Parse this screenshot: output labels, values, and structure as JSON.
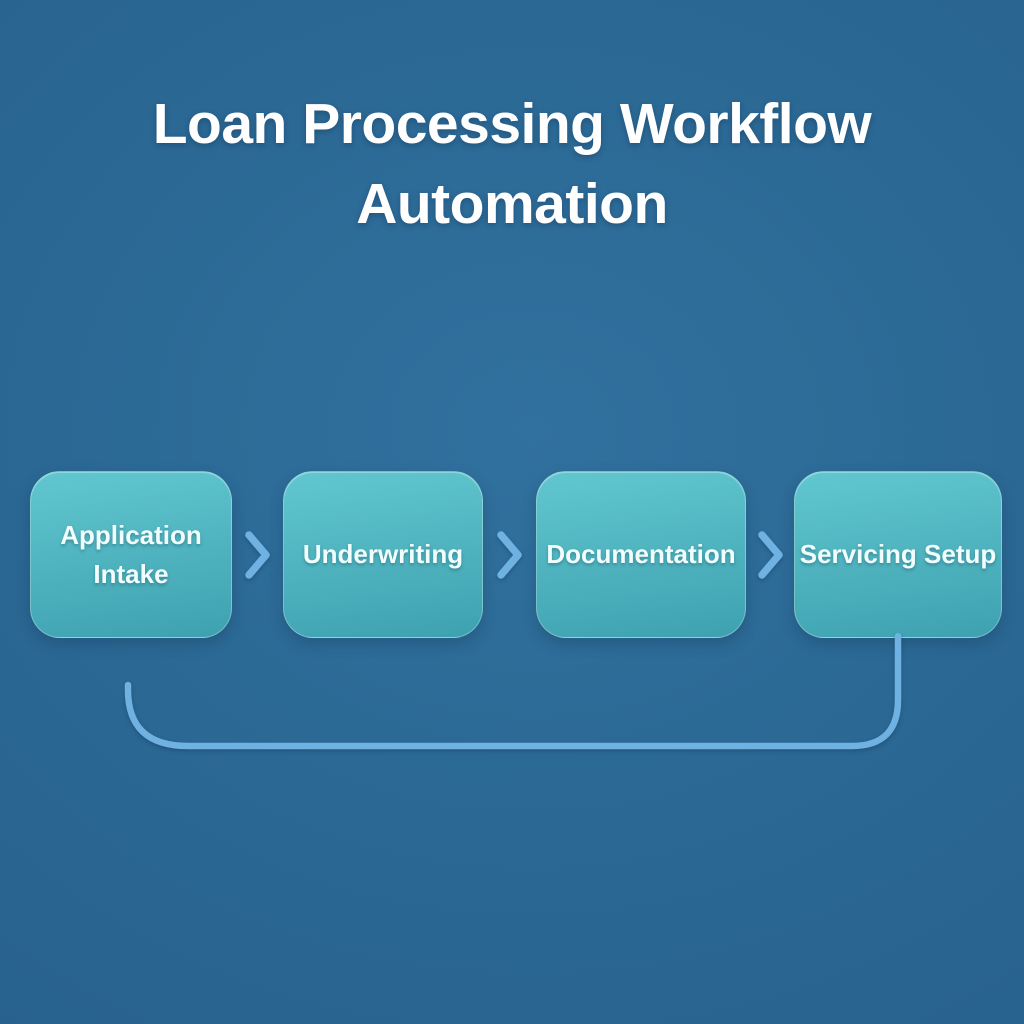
{
  "title": {
    "text": "Loan Processing Workflow Automation"
  },
  "diagram": {
    "type": "flowchart",
    "direction": "left-to-right",
    "steps": [
      {
        "label": "Application Intake"
      },
      {
        "label": "Underwriting"
      },
      {
        "label": "Documentation"
      },
      {
        "label": "Servicing Setup"
      }
    ],
    "connectors": [
      {
        "icon": "chevron-right-icon",
        "from": "Application Intake",
        "to": "Underwriting"
      },
      {
        "icon": "chevron-right-icon",
        "from": "Underwriting",
        "to": "Documentation"
      },
      {
        "icon": "chevron-right-icon",
        "from": "Documentation",
        "to": "Servicing Setup"
      },
      {
        "icon": "loopback-curve",
        "from": "Servicing Setup",
        "to": "Application Intake"
      }
    ]
  },
  "colors": {
    "background_center": "#31719f",
    "background_mid": "#2b6894",
    "background_edge": "#28618d",
    "box_gradient_top": "#61c7cf",
    "box_gradient_bottom": "#3ea1b0",
    "box_text": "#f2fdfe",
    "connector": "#6fb2e2",
    "title_text": "#ffffff"
  }
}
